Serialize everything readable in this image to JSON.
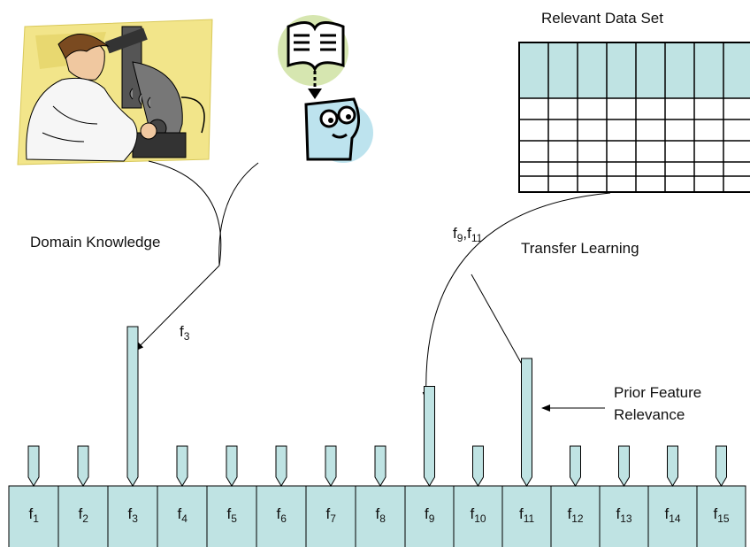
{
  "labels": {
    "data_set": "Relevant Data Set",
    "domain_knowledge": "Domain Knowledge",
    "transfer_learning": "Transfer Learning",
    "prior_relevance_line1": "Prior Feature",
    "prior_relevance_line2": "Relevance",
    "f3_base": "f",
    "f3_sub": "3",
    "transfer_base1": "f",
    "transfer_sub1": "9",
    "transfer_sep": ",",
    "transfer_base2": "f",
    "transfer_sub2": "11"
  },
  "features": [
    {
      "base": "f",
      "sub": "1",
      "relevance": 1
    },
    {
      "base": "f",
      "sub": "2",
      "relevance": 1
    },
    {
      "base": "f",
      "sub": "3",
      "relevance": 4
    },
    {
      "base": "f",
      "sub": "4",
      "relevance": 1
    },
    {
      "base": "f",
      "sub": "5",
      "relevance": 1
    },
    {
      "base": "f",
      "sub": "6",
      "relevance": 1
    },
    {
      "base": "f",
      "sub": "7",
      "relevance": 1
    },
    {
      "base": "f",
      "sub": "8",
      "relevance": 1
    },
    {
      "base": "f",
      "sub": "9",
      "relevance": 2.5
    },
    {
      "base": "f",
      "sub": "10",
      "relevance": 1
    },
    {
      "base": "f",
      "sub": "11",
      "relevance": 3.2
    },
    {
      "base": "f",
      "sub": "12",
      "relevance": 1
    },
    {
      "base": "f",
      "sub": "13",
      "relevance": 1
    },
    {
      "base": "f",
      "sub": "14",
      "relevance": 1
    },
    {
      "base": "f",
      "sub": "15",
      "relevance": 1
    }
  ],
  "colors": {
    "cell_fill": "#bfe3e3",
    "line": "#000000",
    "scientist_bg": "#f2e58a",
    "bubble": "#d6e6b0",
    "bubble_blue": "#bde3ee"
  },
  "icons": {
    "scientist": "scientist-microscope-icon",
    "reader": "book-reader-icon"
  }
}
